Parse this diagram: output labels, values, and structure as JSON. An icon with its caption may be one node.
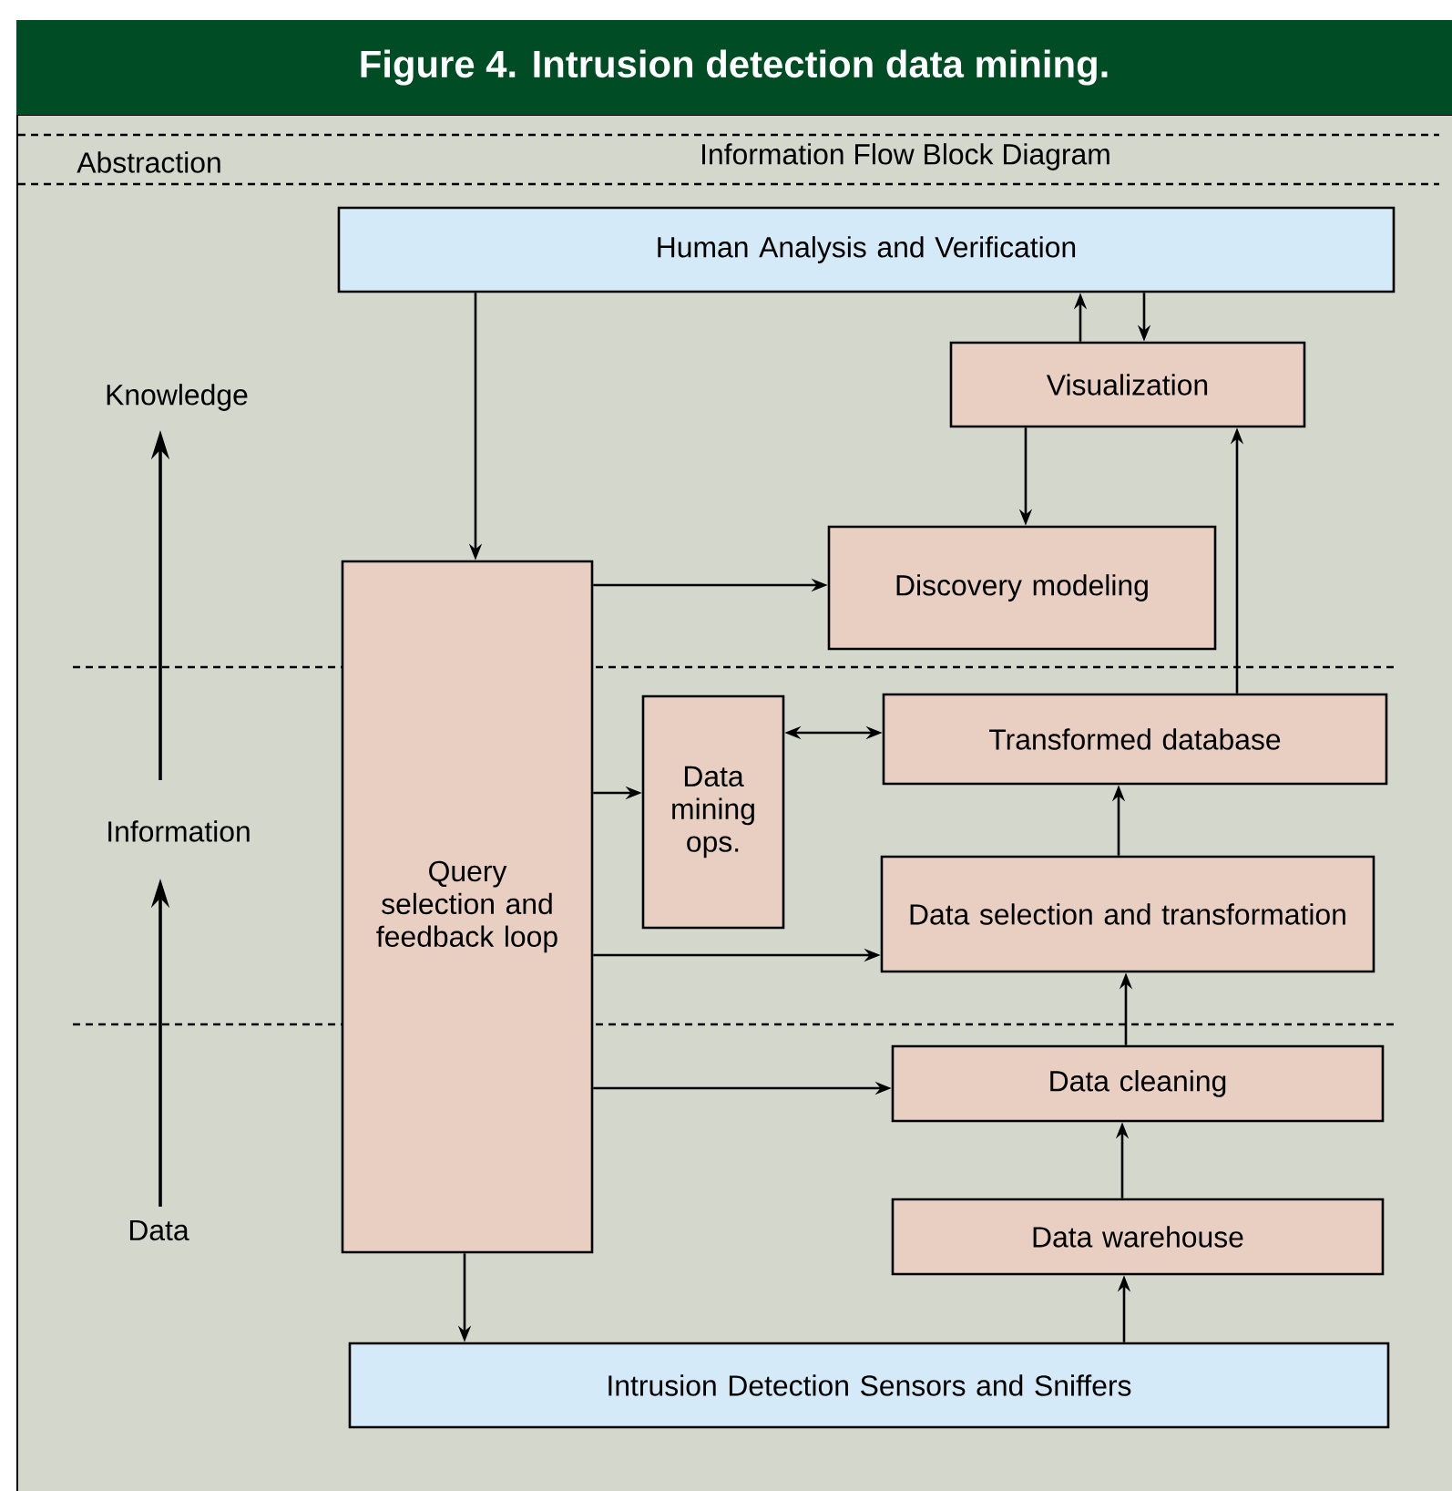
{
  "diagram": {
    "title": "Figure 4.  Intrusion detection data mining.",
    "nodes": [
      {
        "text": [
          "Human Analysis and Verification"
        ]
      },
      {
        "text": [
          "Visualization"
        ]
      },
      {
        "text": [
          "Discovery modeling"
        ]
      },
      {
        "text": [
          "Query selection and feedback loop"
        ]
      },
      {
        "text": [
          "Data mining ops."
        ]
      },
      {
        "text": [
          "Transformed database"
        ]
      },
      {
        "text": [
          "Data selection and transformation"
        ]
      },
      {
        "text": [
          "Data cleaning"
        ]
      },
      {
        "text": [
          "Data warehouse"
        ]
      },
      {
        "text": [
          "Intrusion Detection Sensors and Sniffers"
        ]
      }
    ],
    "edges": [
      {
        "from": 0,
        "to": 3,
        "arrow": "to"
      },
      {
        "from": 1,
        "to": 0,
        "arrow": "to"
      },
      {
        "from": 0,
        "to": 1,
        "arrow": "to"
      },
      {
        "from": 1,
        "to": 2,
        "arrow": "to"
      },
      {
        "from": 3,
        "to": 2,
        "arrow": "to"
      },
      {
        "from": 5,
        "to": 1,
        "arrow": "to"
      },
      {
        "from": 4,
        "to": 5,
        "arrow": "both"
      },
      {
        "from": 3,
        "to": 4,
        "arrow": "to"
      },
      {
        "from": 3,
        "to": 6,
        "arrow": "to"
      },
      {
        "from": 6,
        "to": 5,
        "arrow": "to"
      },
      {
        "from": 7,
        "to": 6,
        "arrow": "to"
      },
      {
        "from": 3,
        "to": 7,
        "arrow": "to"
      },
      {
        "from": 8,
        "to": 7,
        "arrow": "to"
      },
      {
        "from": 3,
        "to": 9,
        "arrow": "to"
      },
      {
        "from": 9,
        "to": 8,
        "arrow": "to"
      }
    ],
    "labels": [
      "Abstraction",
      "Information Flow Block Diagram",
      "Knowledge",
      "Information",
      "Data"
    ]
  }
}
